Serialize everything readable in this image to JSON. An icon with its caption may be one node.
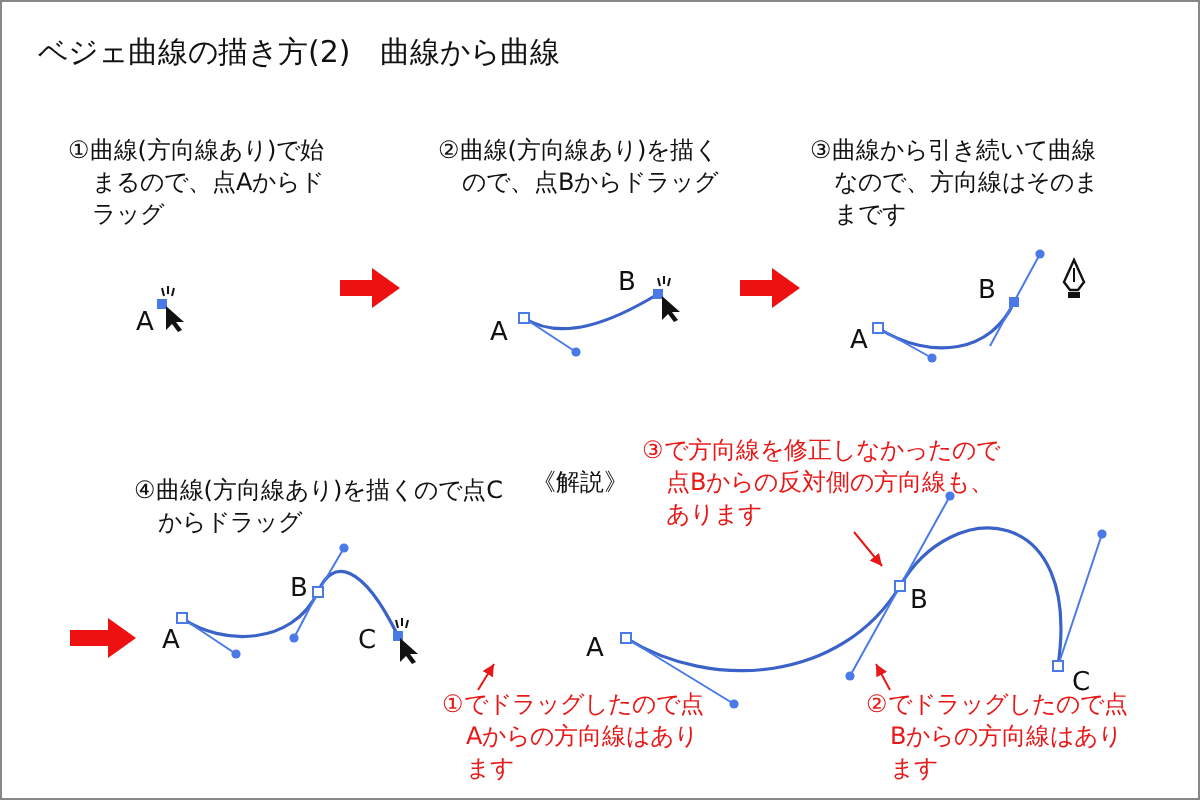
{
  "diagram": {
    "title": "ベジェ曲線の描き方(2)　曲線から曲線",
    "nodes": [
      {
        "text": [
          "①曲線(方向線あり)で始まるので、点Aからドラッグ"
        ]
      },
      {
        "text": [
          "②曲線(方向線あり)を描くので、点Bからドラッグ"
        ]
      },
      {
        "text": [
          "③曲線から引き続いて曲線なので、方向線はそのままです"
        ]
      },
      {
        "text": [
          "④曲線(方向線あり)を描くので点Cからドラッグ"
        ]
      },
      {
        "text": [
          "①でドラッグしたので点Aからの方向線はあります"
        ]
      },
      {
        "text": [
          "②でドラッグしたので点Bからの方向線はあります"
        ]
      },
      {
        "text": [
          "③で方向線を修正しなかったので点Bからの反対側の方向線も、あります"
        ]
      }
    ],
    "edges": [
      {
        "from": 0,
        "to": 1,
        "arrow": "to",
        "style": "thick"
      },
      {
        "from": 1,
        "to": 2,
        "arrow": "to",
        "style": "thick"
      },
      {
        "from": null,
        "to": 3,
        "arrow": "to",
        "style": "thick"
      },
      {
        "from": 4,
        "to": null,
        "arrow": "to"
      },
      {
        "from": 5,
        "to": null,
        "arrow": "to"
      },
      {
        "from": 6,
        "to": null,
        "arrow": "to"
      }
    ],
    "labels": [
      "A",
      "B",
      "A",
      "B",
      "A",
      "《解説》",
      "B",
      "A",
      "C",
      "B",
      "A",
      "C"
    ]
  }
}
